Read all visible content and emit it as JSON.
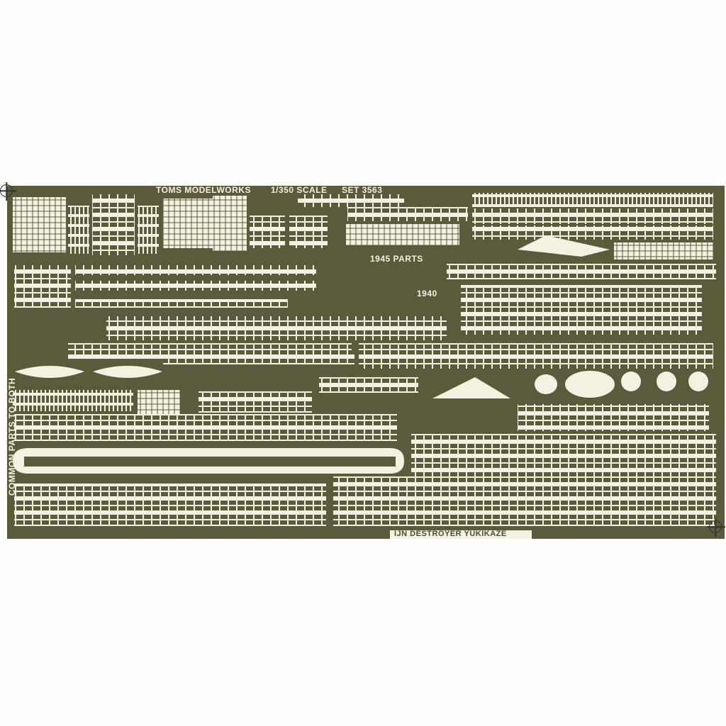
{
  "sheet": {
    "maker_label": "TOMS MODELWORKS",
    "scale_label": "1/350 SCALE",
    "set_label": "SET 3563",
    "parts_1945_label": "1945 PARTS",
    "parts_1940_label": "1940",
    "common_parts_label": "COMMON PARTS TO BOTH",
    "ship_label": "IJN DESTROYER YUKIKAZE"
  },
  "colors": {
    "fret": "#5b5a3b",
    "part": "#f4f1e2",
    "background": "#fdfdfb"
  }
}
